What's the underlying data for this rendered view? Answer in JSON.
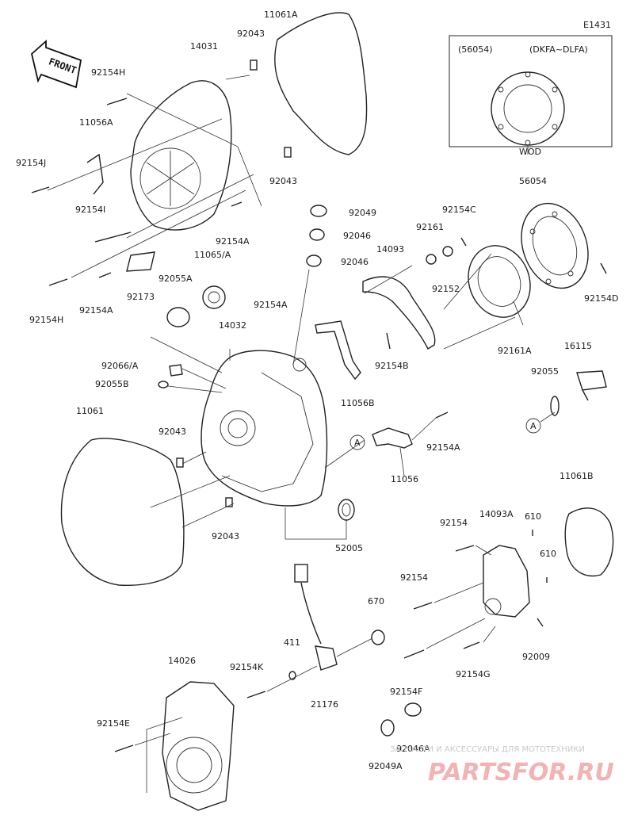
{
  "diagram_code": "E1431",
  "front_label": "FRONT",
  "inset": {
    "part": "(56054)",
    "models": "(DKFA~DLFA)",
    "note": "WOD"
  },
  "callouts": {
    "a1": "A",
    "a2": "A"
  },
  "parts": {
    "p11061A": "11061A",
    "p92043_top": "92043",
    "p14031": "14031",
    "p92154H_top": "92154H",
    "p11056A": "11056A",
    "p92154J": "92154J",
    "p92043_mid": "92043",
    "p92154I": "92154I",
    "p92154A_1": "92154A",
    "p11065A": "11065/A",
    "p92055A": "92055A",
    "p92154H_bot": "92154H",
    "p92154A_2": "92154A",
    "p92173": "92173",
    "p92049": "92049",
    "p92046_1": "92046",
    "p92046_2": "92046",
    "p14093": "14093",
    "p92161": "92161",
    "p92154C": "92154C",
    "p92152": "92152",
    "p56054": "56054",
    "p92154D": "92154D",
    "p92161A": "92161A",
    "p16115": "16115",
    "p92055": "92055",
    "p92154A_3": "92154A",
    "p14032": "14032",
    "p92066A": "92066/A",
    "p92055B": "92055B",
    "p92154B": "92154B",
    "p11056B": "11056B",
    "p11061": "11061",
    "p92043_low": "92043",
    "p92154A_4": "92154A",
    "p11056": "11056",
    "p92043_bot": "92043",
    "p52005": "52005",
    "p11061B": "11061B",
    "p92154_1": "92154",
    "p14093A": "14093A",
    "p610_1": "610",
    "p610_2": "610",
    "p92154_2": "92154",
    "p670": "670",
    "p92009": "92009",
    "p411": "411",
    "p92154K": "92154K",
    "p14026": "14026",
    "p21176": "21176",
    "p92154F": "92154F",
    "p92154G": "92154G",
    "p92154E": "92154E",
    "p92046A": "92046A",
    "p92049A": "92049A"
  },
  "watermark": {
    "line1": "ЗАПЧАСТИ И АКСЕССУАРЫ ДЛЯ МОТОТЕХНИКИ",
    "line2": "PARTSFOR.RU"
  }
}
